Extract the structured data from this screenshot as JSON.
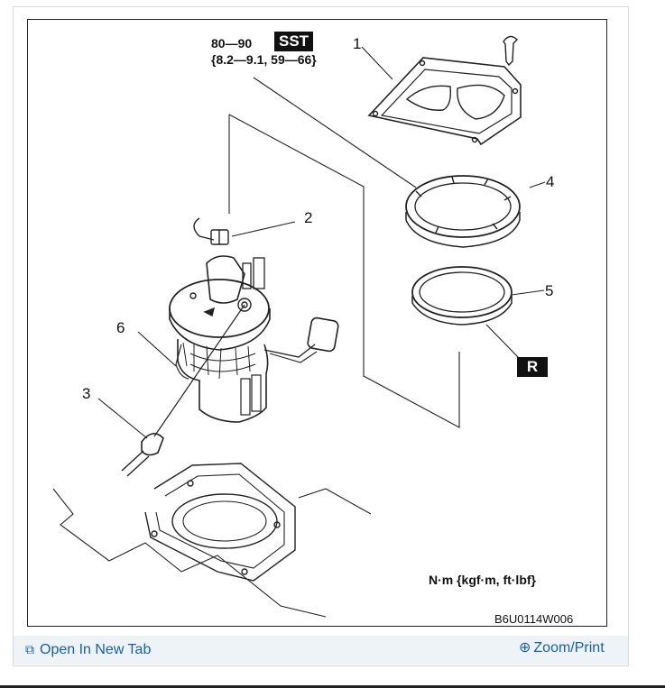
{
  "diagram": {
    "torque_spec_line1": "80—90",
    "torque_spec_line2": "{8.2—9.1, 59—66}",
    "sst_label": "SST",
    "r_label": "R",
    "units": "N·m {kgf·m, ft·lbf}",
    "figure_code": "B6U0114W006",
    "callouts": [
      "1",
      "2",
      "3",
      "4",
      "5",
      "6"
    ]
  },
  "toolbar": {
    "open_new_tab_label": "Open In New Tab",
    "open_new_tab_icon": "external-link-icon",
    "zoom_print_label": "Zoom/Print",
    "zoom_print_icon": "magnifier-plus-icon"
  },
  "colors": {
    "link": "#1a5fa8",
    "toolbar_bg": "#eef3f8"
  }
}
